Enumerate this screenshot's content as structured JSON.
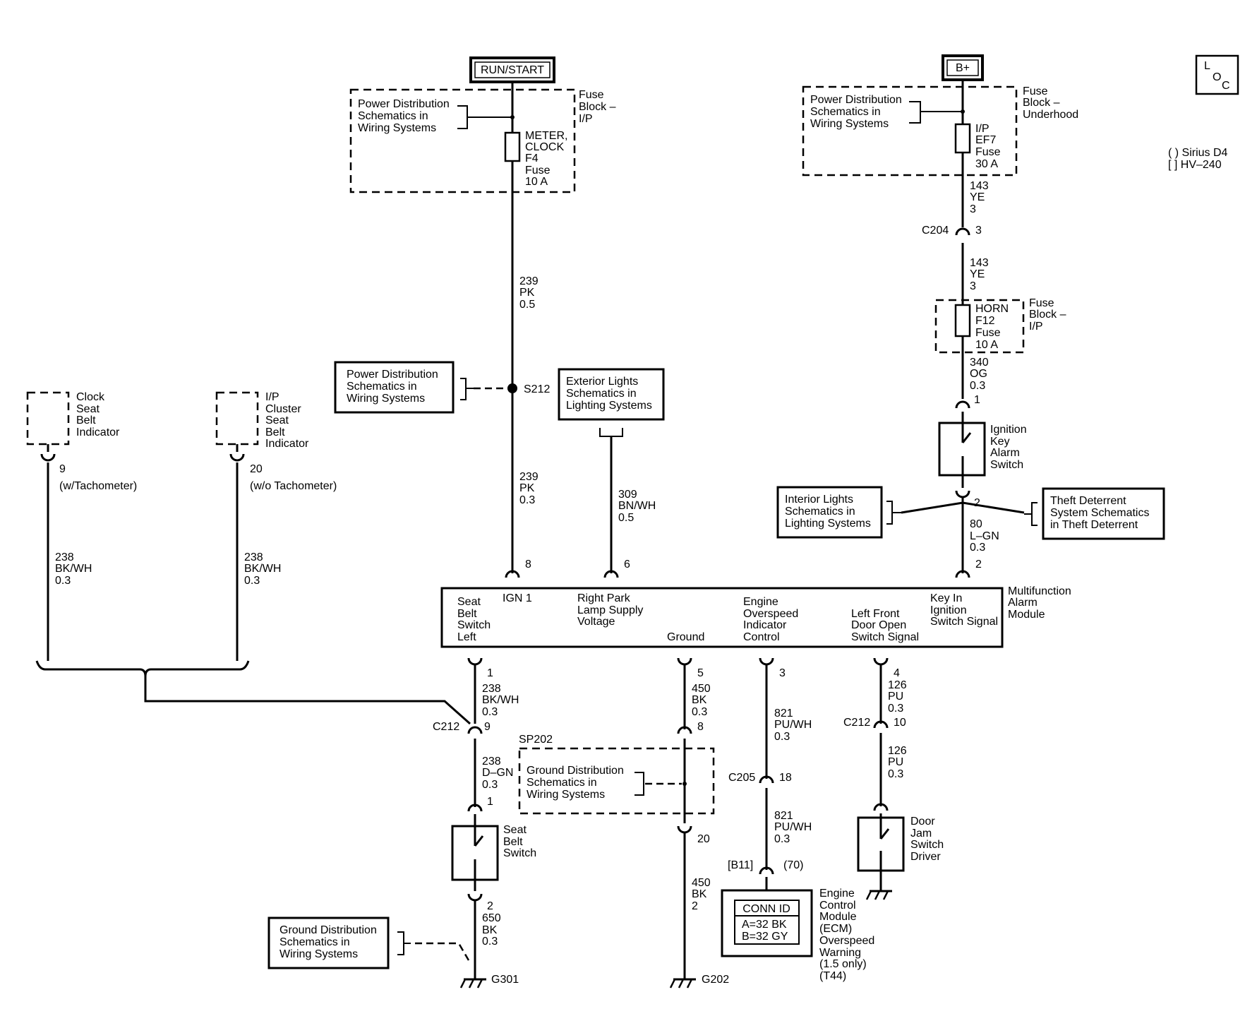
{
  "power": {
    "run_start": "RUN/START",
    "b_plus": "B+"
  },
  "loc": [
    "L",
    "O",
    "C"
  ],
  "legend": {
    "sirius": "( ) Sirius D4",
    "hv": "[ ] HV–240"
  },
  "blocks": {
    "fuse_block_ip": [
      "Fuse",
      "Block –",
      "I/P"
    ],
    "fuse_block_underhood": [
      "Fuse",
      "Block –",
      "Underhood"
    ],
    "fuse_block_ip2": [
      "Fuse",
      "Block –",
      "I/P"
    ]
  },
  "refs": {
    "pd_top_left": [
      "Power Distribution",
      "Schematics in",
      "Wiring Systems"
    ],
    "pd_top_right": [
      "Power Distribution",
      "Schematics in",
      "Wiring Systems"
    ],
    "pd_s212": [
      "Power Distribution",
      "Schematics in",
      "Wiring Systems"
    ],
    "exterior_lights": [
      "Exterior Lights",
      "Schematics in",
      "Lighting Systems"
    ],
    "interior_lights": [
      "Interior Lights",
      "Schematics in",
      "Lighting Systems"
    ],
    "theft": [
      "Theft Deterrent",
      "System Schematics",
      "in Theft Deterrent"
    ],
    "ground_sp202": [
      "Ground Distribution",
      "Schematics in",
      "Wiring Systems"
    ],
    "ground_g301": [
      "Ground Distribution",
      "Schematics in",
      "Wiring Systems"
    ]
  },
  "fuses": {
    "meter_clock": [
      "METER,",
      "CLOCK",
      "F4",
      "Fuse",
      "10 A"
    ],
    "ip_ef7": [
      "I/P",
      "EF7",
      "Fuse",
      "30 A"
    ],
    "horn": [
      "HORN",
      "F12",
      "Fuse",
      "10 A"
    ]
  },
  "wires": {
    "w239_05": [
      "239",
      "PK",
      "0.5"
    ],
    "w239_03": [
      "239",
      "PK",
      "0.3"
    ],
    "w309": [
      "309",
      "BN/WH",
      "0.5"
    ],
    "w143_a": [
      "143",
      "YE",
      "3"
    ],
    "w143_b": [
      "143",
      "YE",
      "3"
    ],
    "w340": [
      "340",
      "OG",
      "0.3"
    ],
    "w80": [
      "80",
      "L–GN",
      "0.3"
    ],
    "w238_left": [
      "238",
      "BK/WH",
      "0.3"
    ],
    "w238_mid": [
      "238",
      "BK/WH",
      "0.3"
    ],
    "w238_module": [
      "238",
      "BK/WH",
      "0.3"
    ],
    "w238_dgn": [
      "238",
      "D–GN",
      "0.3"
    ],
    "w650": [
      "650",
      "BK",
      "0.3"
    ],
    "w450_a": [
      "450",
      "BK",
      "0.3"
    ],
    "w450_b": [
      "450",
      "BK",
      "2"
    ],
    "w821_a": [
      "821",
      "PU/WH",
      "0.3"
    ],
    "w821_b": [
      "821",
      "PU/WH",
      "0.3"
    ],
    "w126_a": [
      "126",
      "PU",
      "0.3"
    ],
    "w126_b": [
      "126",
      "PU",
      "0.3"
    ]
  },
  "pins": {
    "clock_seat_9": "9",
    "w_tach": "(w/Tachometer)",
    "ip_seat_20": "20",
    "wo_tach": "(w/o Tachometer)",
    "ign1_8": "8",
    "park_6": "6",
    "key_in_2": "2",
    "ign_sw_1": "1",
    "ign_sw_2": "2",
    "c204_3": "3",
    "seat_left_1": "1",
    "ground_5": "5",
    "overspeed_3": "3",
    "door_4": "4",
    "c212_9": "9",
    "seat_sw_1": "1",
    "seat_sw_2": "2",
    "sp202_8": "8",
    "sp202_20": "20",
    "c205_18": "18",
    "ecm_b11": "[B11]",
    "ecm_70": "(70)",
    "c212_10": "10"
  },
  "connectors": {
    "c204": "C204",
    "c212_left": "C212",
    "c212_right": "C212",
    "c205": "C205",
    "s212": "S212",
    "sp202": "SP202",
    "g301": "G301",
    "g202": "G202"
  },
  "components": {
    "clock_seat_belt": [
      "Clock",
      "Seat",
      "Belt",
      "Indicator"
    ],
    "ip_cluster_seat_belt": [
      "I/P",
      "Cluster",
      "Seat",
      "Belt",
      "Indicator"
    ],
    "ignition_key_alarm_switch": [
      "Ignition",
      "Key",
      "Alarm",
      "Switch"
    ],
    "seat_belt_switch": [
      "Seat",
      "Belt",
      "Switch"
    ],
    "door_jam_switch": [
      "Door",
      "Jam",
      "Switch",
      "Driver"
    ],
    "multifunction_alarm_module": [
      "Multifunction",
      "Alarm",
      "Module"
    ],
    "ecm": [
      "Engine",
      "Control",
      "Module",
      "(ECM)",
      "Overspeed",
      "Warning",
      "(1.5 only)",
      "(T44)"
    ]
  },
  "module_pins": {
    "seat_belt_switch_left": [
      "Seat",
      "Belt",
      "Switch",
      "Left"
    ],
    "ign1": [
      "IGN 1"
    ],
    "right_park": [
      "Right Park",
      "Lamp Supply",
      "Voltage"
    ],
    "ground": [
      "Ground"
    ],
    "engine_overspeed": [
      "Engine",
      "Overspeed",
      "Indicator",
      "Control"
    ],
    "left_front_door": [
      "Left Front",
      "Door Open",
      "Switch Signal"
    ],
    "key_in": [
      "Key In",
      "Ignition",
      "Switch Signal"
    ]
  },
  "conn_id": {
    "title": "CONN ID",
    "a": "A=32 BK",
    "b": "B=32 GY"
  }
}
